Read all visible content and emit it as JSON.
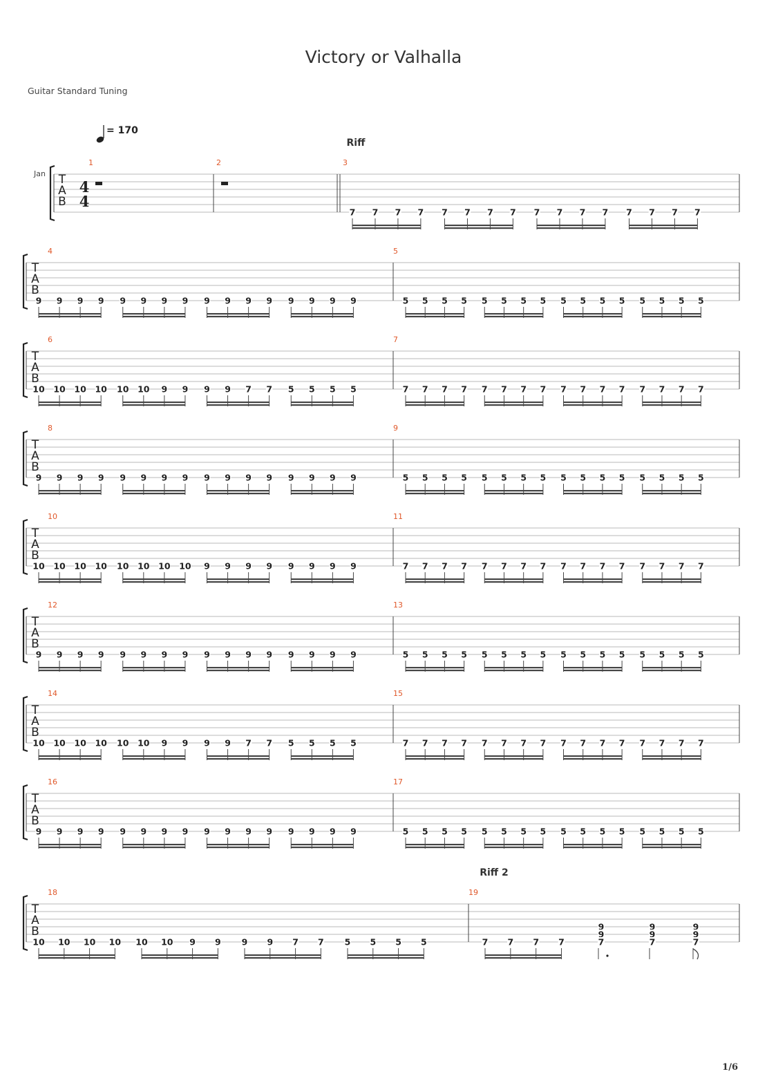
{
  "title": "Victory or Valhalla",
  "tuning": "Guitar Standard Tuning",
  "track_name": "Jan",
  "tempo": "= 170",
  "time_signature": {
    "top": "4",
    "bottom": "4"
  },
  "page_number": "1/6",
  "tab_label": [
    "T",
    "A",
    "B"
  ],
  "sections": [
    {
      "label": "Riff",
      "bar": 3
    },
    {
      "label": "Riff 2",
      "bar": 19
    }
  ],
  "systems": [
    {
      "bars": [
        {
          "number": "1",
          "rest": true
        },
        {
          "number": "2",
          "rest": true
        },
        {
          "number": "3",
          "section": "Riff",
          "notes": [
            "7",
            "7",
            "7",
            "7",
            "7",
            "7",
            "7",
            "7",
            "7",
            "7",
            "7",
            "7",
            "7",
            "7",
            "7",
            "7"
          ]
        }
      ]
    },
    {
      "bars": [
        {
          "number": "4",
          "notes": [
            "9",
            "9",
            "9",
            "9",
            "9",
            "9",
            "9",
            "9",
            "9",
            "9",
            "9",
            "9",
            "9",
            "9",
            "9",
            "9"
          ]
        },
        {
          "number": "5",
          "notes": [
            "5",
            "5",
            "5",
            "5",
            "5",
            "5",
            "5",
            "5",
            "5",
            "5",
            "5",
            "5",
            "5",
            "5",
            "5",
            "5"
          ]
        }
      ]
    },
    {
      "bars": [
        {
          "number": "6",
          "notes": [
            "10",
            "10",
            "10",
            "10",
            "10",
            "10",
            "9",
            "9",
            "9",
            "9",
            "7",
            "7",
            "5",
            "5",
            "5",
            "5"
          ]
        },
        {
          "number": "7",
          "notes": [
            "7",
            "7",
            "7",
            "7",
            "7",
            "7",
            "7",
            "7",
            "7",
            "7",
            "7",
            "7",
            "7",
            "7",
            "7",
            "7"
          ]
        }
      ]
    },
    {
      "bars": [
        {
          "number": "8",
          "notes": [
            "9",
            "9",
            "9",
            "9",
            "9",
            "9",
            "9",
            "9",
            "9",
            "9",
            "9",
            "9",
            "9",
            "9",
            "9",
            "9"
          ]
        },
        {
          "number": "9",
          "notes": [
            "5",
            "5",
            "5",
            "5",
            "5",
            "5",
            "5",
            "5",
            "5",
            "5",
            "5",
            "5",
            "5",
            "5",
            "5",
            "5"
          ]
        }
      ]
    },
    {
      "bars": [
        {
          "number": "10",
          "notes": [
            "10",
            "10",
            "10",
            "10",
            "10",
            "10",
            "10",
            "10",
            "9",
            "9",
            "9",
            "9",
            "9",
            "9",
            "9",
            "9"
          ]
        },
        {
          "number": "11",
          "notes": [
            "7",
            "7",
            "7",
            "7",
            "7",
            "7",
            "7",
            "7",
            "7",
            "7",
            "7",
            "7",
            "7",
            "7",
            "7",
            "7"
          ]
        }
      ]
    },
    {
      "bars": [
        {
          "number": "12",
          "notes": [
            "9",
            "9",
            "9",
            "9",
            "9",
            "9",
            "9",
            "9",
            "9",
            "9",
            "9",
            "9",
            "9",
            "9",
            "9",
            "9"
          ]
        },
        {
          "number": "13",
          "notes": [
            "5",
            "5",
            "5",
            "5",
            "5",
            "5",
            "5",
            "5",
            "5",
            "5",
            "5",
            "5",
            "5",
            "5",
            "5",
            "5"
          ]
        }
      ]
    },
    {
      "bars": [
        {
          "number": "14",
          "notes": [
            "10",
            "10",
            "10",
            "10",
            "10",
            "10",
            "9",
            "9",
            "9",
            "9",
            "7",
            "7",
            "5",
            "5",
            "5",
            "5"
          ]
        },
        {
          "number": "15",
          "notes": [
            "7",
            "7",
            "7",
            "7",
            "7",
            "7",
            "7",
            "7",
            "7",
            "7",
            "7",
            "7",
            "7",
            "7",
            "7",
            "7"
          ]
        }
      ]
    },
    {
      "bars": [
        {
          "number": "16",
          "notes": [
            "9",
            "9",
            "9",
            "9",
            "9",
            "9",
            "9",
            "9",
            "9",
            "9",
            "9",
            "9",
            "9",
            "9",
            "9",
            "9"
          ]
        },
        {
          "number": "17",
          "notes": [
            "5",
            "5",
            "5",
            "5",
            "5",
            "5",
            "5",
            "5",
            "5",
            "5",
            "5",
            "5",
            "5",
            "5",
            "5",
            "5"
          ]
        }
      ]
    },
    {
      "bars": [
        {
          "number": "18",
          "notes": [
            "10",
            "10",
            "10",
            "10",
            "10",
            "10",
            "9",
            "9",
            "9",
            "9",
            "7",
            "7",
            "5",
            "5",
            "5",
            "5"
          ]
        },
        {
          "number": "19",
          "section": "Riff 2",
          "notes": [
            "7",
            "7",
            "7",
            "7"
          ],
          "chords": [
            {
              "frets": [
                "9",
                "9",
                "7"
              ]
            },
            {
              "frets": [
                "9",
                "9",
                "7"
              ]
            },
            {
              "frets": [
                "9",
                "9",
                "7"
              ]
            }
          ]
        }
      ]
    }
  ]
}
